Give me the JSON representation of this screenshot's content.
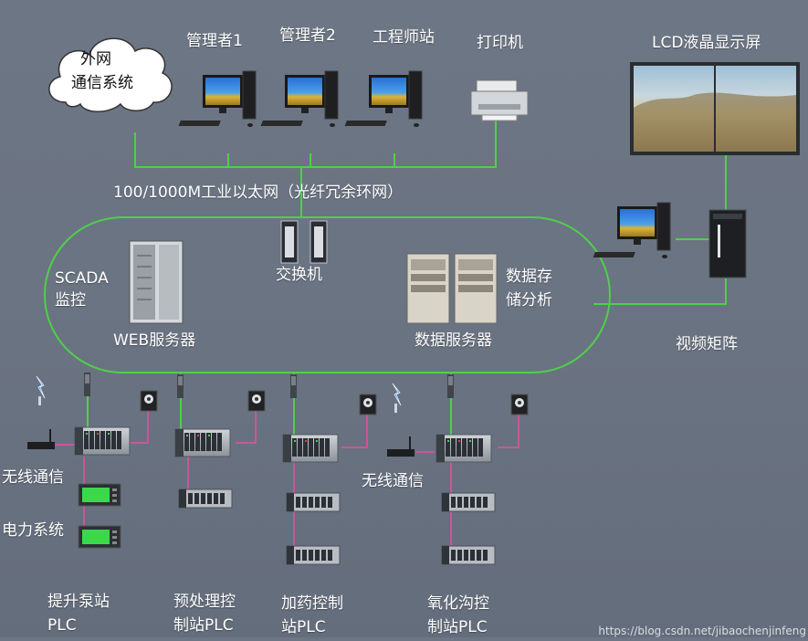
{
  "labels": {
    "cloud_line1": "外网",
    "cloud_line2": "通信系统",
    "manager1": "管理者1",
    "manager2": "管理者2",
    "engineer": "工程师站",
    "printer": "打印机",
    "lcd": "LCD液晶显示屏",
    "ethernet": "100/1000M工业以太网（光纤冗余环网）",
    "switch": "交换机",
    "scada_line1": "SCADA",
    "scada_line2": "监控",
    "web_server": "WEB服务器",
    "storage_line1": "数据存",
    "storage_line2": "储分析",
    "data_server": "数据服务器",
    "video_matrix": "视频矩阵",
    "wireless1": "无线通信",
    "wireless2": "无线通信",
    "power": "电力系统",
    "station1_line1": "提升泵站",
    "station1_line2": "PLC",
    "station2_line1": "预处理控",
    "station2_line2": "制站PLC",
    "station3_line1": "加药控制",
    "station3_line2": "站PLC",
    "station4_line1": "氧化沟控",
    "station4_line2": "制站PLC",
    "watermark": "https://blog.csdn.net/jibaochenjinfeng"
  },
  "colors": {
    "network_line": "#4ed04a",
    "control_line": "#c9569a",
    "background": "#6a7381"
  },
  "icons": [
    "cloud-icon",
    "desktop-computer-icon",
    "printer-icon",
    "lcd-wall-icon",
    "switch-icon",
    "server-tower-icon",
    "cabinet-server-icon",
    "camera-icon",
    "plc-rack-icon",
    "hmi-panel-icon",
    "antenna-icon",
    "router-icon",
    "io-module-icon",
    "video-matrix-icon"
  ]
}
